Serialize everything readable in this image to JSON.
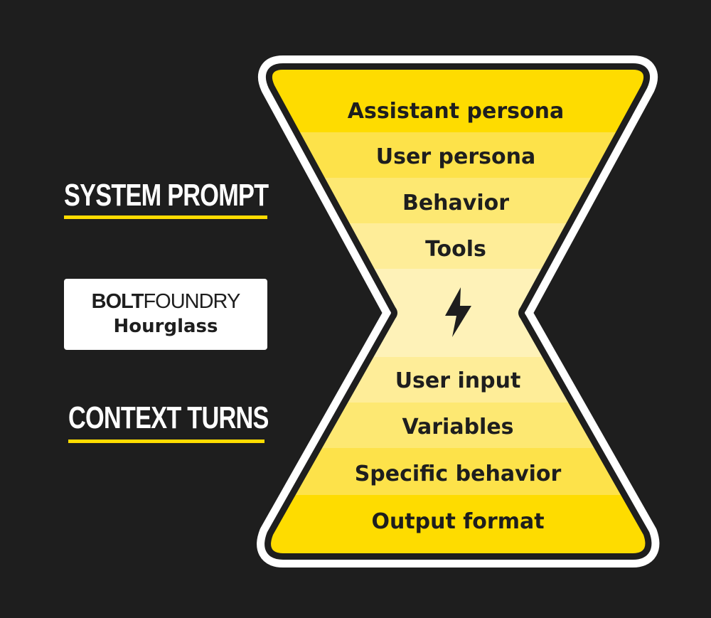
{
  "left_panel": {
    "system_prompt_title": "SYSTEM PROMPT",
    "context_turns_title": "CONTEXT TURNS",
    "logo": {
      "brand_bold": "BOLT",
      "brand_regular": "FOUNDRY",
      "subtitle": "Hourglass"
    }
  },
  "hourglass": {
    "center_icon": "lightning-bolt-icon",
    "top_layers": [
      "Assistant persona",
      "User persona",
      "Behavior",
      "Tools"
    ],
    "bottom_layers": [
      "User input",
      "Variables",
      "Specific behavior",
      "Output format"
    ]
  },
  "colors": {
    "background": "#1e1e1e",
    "accent_yellow": "#fedc00",
    "outline": "#ffffff",
    "text_dark": "#1e1e1e"
  }
}
